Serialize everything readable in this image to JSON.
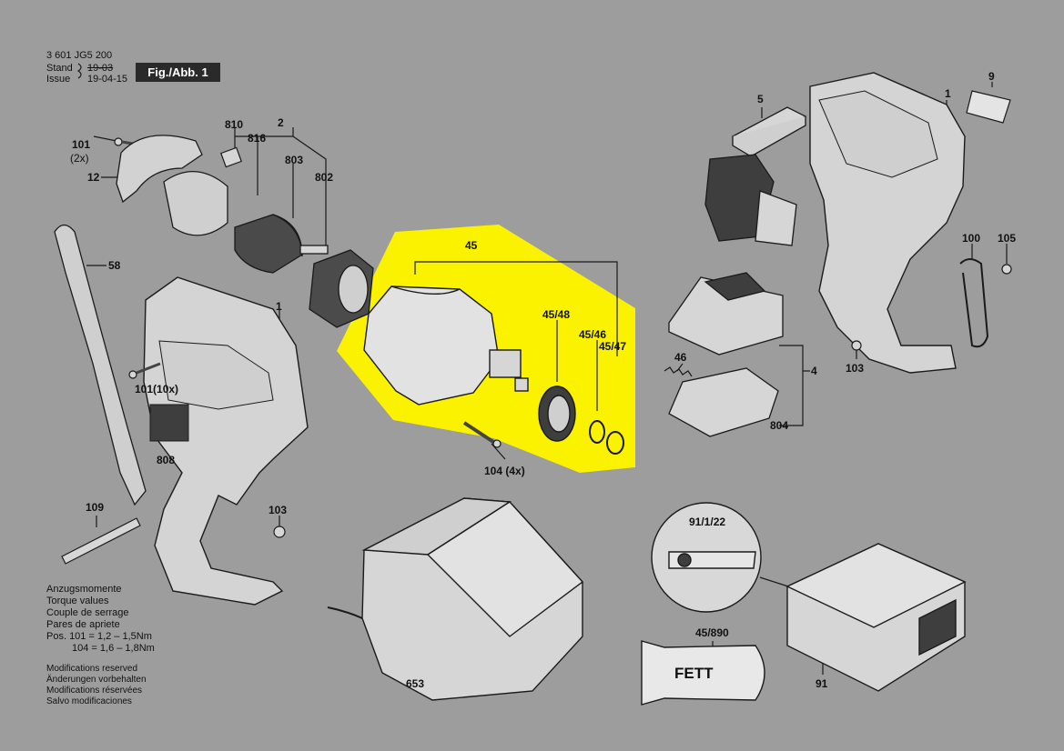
{
  "header": {
    "doc_number": "3 601 JG5 200",
    "stand_label": "Stand",
    "stand_date": "19-03",
    "issue_label": "Issue",
    "issue_date": "19-04-15",
    "figure_label": "Fig./Abb. 1"
  },
  "callouts": {
    "c101_2x_num": "101",
    "c101_2x_qty": "(2x)",
    "c12": "12",
    "c810": "810",
    "c816": "816",
    "c2": "2",
    "c803": "803",
    "c802": "802",
    "c58": "58",
    "c1_left": "1",
    "c101_10x": "101(10x)",
    "c808": "808",
    "c109": "109",
    "c103_left": "103",
    "c45": "45",
    "c45_48": "45/48",
    "c45_46": "45/46",
    "c45_47": "45/47",
    "c104": "104 (4x)",
    "c5": "5",
    "c1_right": "1",
    "c9": "9",
    "c100": "100",
    "c105": "105",
    "c46": "46",
    "c4": "4",
    "c103_right": "103",
    "c804": "804",
    "c91_1_22": "91/1/22",
    "c45_890": "45/890",
    "c653": "653",
    "c91": "91"
  },
  "grease_label": "FETT",
  "torque_notes": {
    "lines": [
      "Anzugsmomente",
      "Torque values",
      "Couple de serrage",
      "Pares de apriete"
    ],
    "pos101": "Pos. 101 = 1,2 – 1,5Nm",
    "pos104": "104 = 1,6 – 1,8Nm"
  },
  "footer_notes": [
    "Modifications reserved",
    "Änderungen vorbehalten",
    "Modifications réservées",
    "Salvo modificaciones"
  ],
  "colors": {
    "background": "#9d9d9d",
    "highlight": "#fbf200",
    "line": "#1a1a1a",
    "part_fill": "#d6d6d6",
    "dark_fill": "#3a3a3a"
  }
}
